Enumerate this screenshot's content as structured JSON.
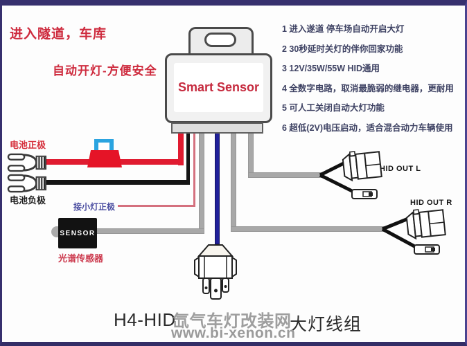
{
  "frame": {
    "border_color": "#37306e",
    "background": "#fdfdfd"
  },
  "taglines": {
    "line1": "进入隧道，车库",
    "line2": "自动开灯-方便安全",
    "color": "#ce2b3e"
  },
  "device": {
    "label": "Smart Sensor",
    "label_color": "#c62b3f"
  },
  "features": {
    "color": "#3e4263",
    "items": [
      "1 进入遂道 停车场自动开启大灯",
      "2 30秒延时关灯的伴你回家功能",
      "3 12V/35W/55W HID通用",
      "4 全数字电路，取消最脆弱的继电器，更耐用",
      "5 可人工关闭自动大灯功能",
      "6 超低(2V)电压启动，适合混合动力车辆使用"
    ]
  },
  "labels": {
    "battery_positive": "电池正极",
    "battery_negative": "电池负极",
    "parking_light_positive": "接小灯正极",
    "sensor_chip": "SENSOR",
    "light_sensor": "光谱传感器",
    "hid_out_left": "HID OUT L",
    "hid_out_right": "HID OUT R"
  },
  "wire_colors": {
    "battery_positive_red": "#e01b30",
    "battery_negative_black": "#151515",
    "parking_light_pink": "#d4707e",
    "sensor_gray": "#a8a8a8",
    "h4_blue": "#20209a"
  },
  "footer": {
    "title_prefix": "H4-HID",
    "title_suffix": "大灯线组",
    "watermark": "氙气车灯改装网",
    "website": "www.bi-xenon.cn"
  }
}
